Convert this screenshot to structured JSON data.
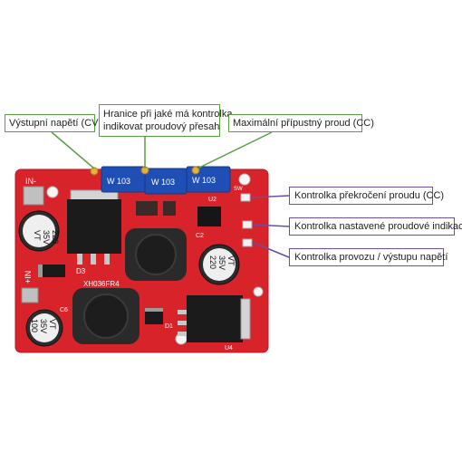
{
  "callouts": {
    "cv": "Výstupní napětí (CV)",
    "indicator_line1": "Hranice při jaké má kontrolka",
    "indicator_line2": "indikovat proudový přesah",
    "cc": "Maximální přípustný proud (CC)",
    "led_overcurrent": "Kontrolka překročení proudu (CC)",
    "led_set": "Kontrolka nastavené proudové indikace",
    "led_run": "Kontrolka provozu / výstupu napětí"
  },
  "board": {
    "label_in_minus": "IN-",
    "label_in_plus": "+IN",
    "model": "XH036FR4",
    "pot1": "W 103",
    "pot2": "W 103",
    "pot3": "W 103",
    "cap_left": [
      "220",
      "35V",
      "VT"
    ],
    "cap_right": [
      "220",
      "35V",
      "VT"
    ],
    "cap_bottom": [
      "100",
      "35V",
      "VT"
    ],
    "ref_u4": "U4",
    "ref_d3": "D3",
    "ref_u2": "U2",
    "ref_c2": "C2",
    "ref_c6": "C6",
    "ref_d1": "D1",
    "ref_sw": "SW"
  },
  "colors": {
    "pcb": "#d8232a",
    "callout_green": "#5aa043",
    "callout_purple": "#6b4fa3",
    "pot_blue": "#1f4fb4",
    "inductor": "#2a2a2a"
  }
}
